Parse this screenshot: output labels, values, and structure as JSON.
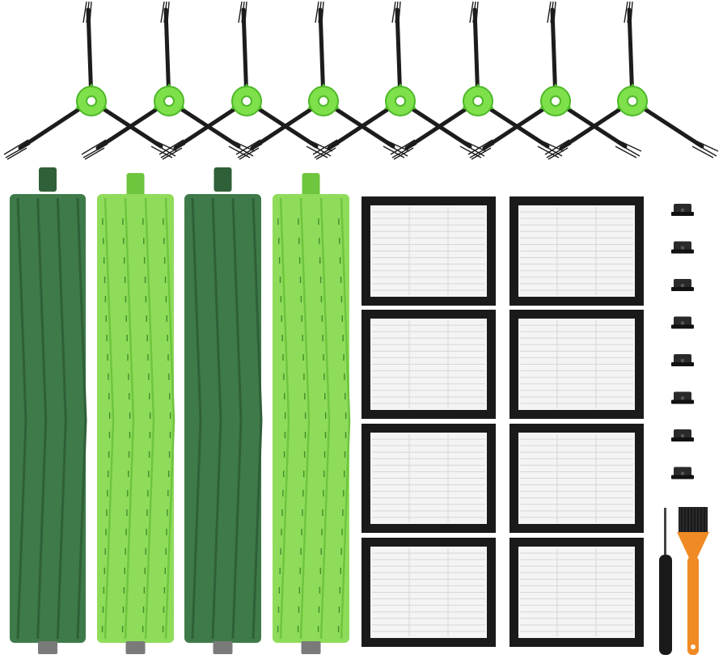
{
  "scene": {
    "background": "#ffffff",
    "colors": {
      "side_brush_hub": "#7ee04a",
      "side_brush_hub_dark": "#4fb82a",
      "side_brush_arm": "#1c1c1c",
      "roller_dark": "#3f7a4a",
      "roller_dark_shade": "#2f6038",
      "roller_light": "#8fdc5a",
      "roller_light_shade": "#6ec53e",
      "filter_frame": "#1a1a1a",
      "filter_media": "#f4f4f4",
      "screw": "#2a2a2a",
      "cleaning_brush_handle": "#f08a24",
      "screwdriver_handle": "#1a1a1a"
    },
    "side_brush_count": 8,
    "roller_count": 4,
    "filter_count": 8,
    "screw_count": 8,
    "cleaning_tool_count": 2
  }
}
